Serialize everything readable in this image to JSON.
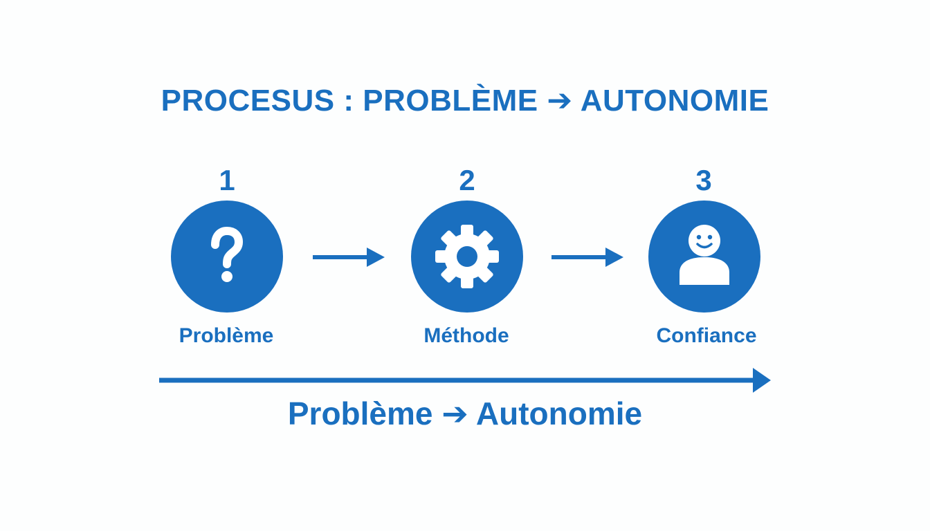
{
  "title": "PROCESUS : PROBLÈME ➔ AUTONOMIE",
  "accent_color": "#1a6fbf",
  "steps": [
    {
      "number": "1",
      "label": "Problème",
      "icon": "question-mark-icon"
    },
    {
      "number": "2",
      "label": "Méthode",
      "icon": "gear-icon"
    },
    {
      "number": "3",
      "label": "Confiance",
      "icon": "smiling-person-icon"
    }
  ],
  "timeline_label": "Problème ➔ Autonomie"
}
